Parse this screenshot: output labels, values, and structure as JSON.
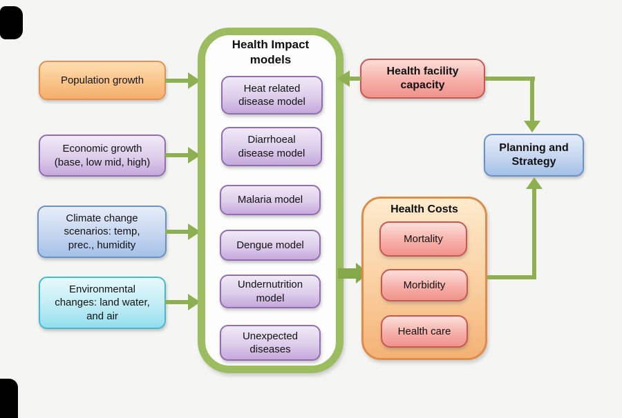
{
  "background_color": "#f5f5f4",
  "palette": {
    "connector_green": "#8fb052",
    "impact_panel_border_green": "#9cbc60",
    "input_orange_border": "#e2914f",
    "purple_border": "#916cae",
    "blue_border": "#6a90c4",
    "cyan_border": "#45b8cd",
    "red_border": "#c9564f",
    "health_costs_border": "#df8b49",
    "artifact_black": "#000000"
  },
  "inputs": [
    {
      "label": "Population growth"
    },
    {
      "label": "Economic growth\n(base, low mid, high)"
    },
    {
      "label": "Climate change\nscenarios: temp,\nprec., humidity"
    },
    {
      "label": "Environmental\nchanges: land water,\nand air"
    }
  ],
  "impact_panel": {
    "title": "Health Impact\nmodels",
    "models": [
      {
        "label": "Heat related\ndisease model"
      },
      {
        "label": "Diarrhoeal\ndisease model"
      },
      {
        "label": "Malaria model"
      },
      {
        "label": "Dengue model"
      },
      {
        "label": "Undernutrition\nmodel"
      },
      {
        "label": "Unexpected\ndiseases"
      }
    ]
  },
  "health_facility": {
    "label": "Health facility\ncapacity"
  },
  "planning": {
    "label": "Planning and\nStrategy"
  },
  "health_costs": {
    "title": "Health Costs",
    "items": [
      {
        "label": "Mortality"
      },
      {
        "label": "Morbidity"
      },
      {
        "label": "Health care"
      }
    ]
  }
}
